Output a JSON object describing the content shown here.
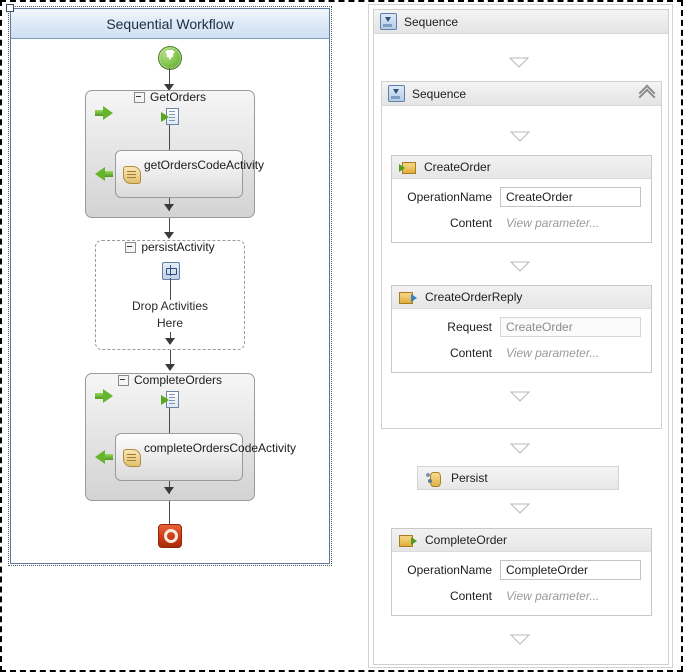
{
  "left_panel": {
    "name": "sequential-workflow-designer",
    "title": "Sequential Workflow",
    "start_icon": "start-circle-icon",
    "stop_icon": "stop-square-icon",
    "nodes": [
      {
        "name": "GetOrders",
        "type": "composite",
        "icon": "receive-activity-icon",
        "child": {
          "label": "getOrdersCodeActivity",
          "icon": "code-activity-icon"
        }
      },
      {
        "name": "persistActivity",
        "type": "composite-empty",
        "icon": "persist-activity-icon",
        "drop_text_line1": "Drop Activities",
        "drop_text_line2": "Here"
      },
      {
        "name": "CompleteOrders",
        "type": "composite",
        "icon": "receive-activity-icon",
        "child": {
          "label": "completeOrdersCodeActivity",
          "icon": "code-activity-icon"
        }
      }
    ]
  },
  "right_panel": {
    "name": "wf4-designer",
    "outer_sequence": {
      "title": "Sequence",
      "icon": "sequence-icon"
    },
    "inner_sequence": {
      "title": "Sequence",
      "icon": "sequence-icon",
      "collapse_icon": "chevron-double-up-icon"
    },
    "activities": [
      {
        "title": "CreateOrder",
        "icon": "receive-message-icon",
        "fields": [
          {
            "label": "OperationName",
            "value": "CreateOrder",
            "style": "editable"
          },
          {
            "label": "Content",
            "value": "View parameter...",
            "style": "placeholder"
          }
        ]
      },
      {
        "title": "CreateOrderReply",
        "icon": "send-reply-icon",
        "fields": [
          {
            "label": "Request",
            "value": "CreateOrder",
            "style": "readonly"
          },
          {
            "label": "Content",
            "value": "View parameter...",
            "style": "placeholder"
          }
        ]
      },
      {
        "title": "Persist",
        "icon": "persist-icon",
        "fields": []
      },
      {
        "title": "CompleteOrder",
        "icon": "receive-message-icon",
        "fields": [
          {
            "label": "OperationName",
            "value": "CompleteOrder",
            "style": "editable"
          },
          {
            "label": "Content",
            "value": "View parameter...",
            "style": "placeholder"
          }
        ]
      }
    ],
    "drop_targets": 6
  },
  "colors": {
    "title_bar_border": "#7f9dbf",
    "panel_border": "#5d7a9e",
    "green_arrow": "#66b42c",
    "stop_red": "#cf3a14",
    "envelope_gold": "#e0ad3c"
  }
}
